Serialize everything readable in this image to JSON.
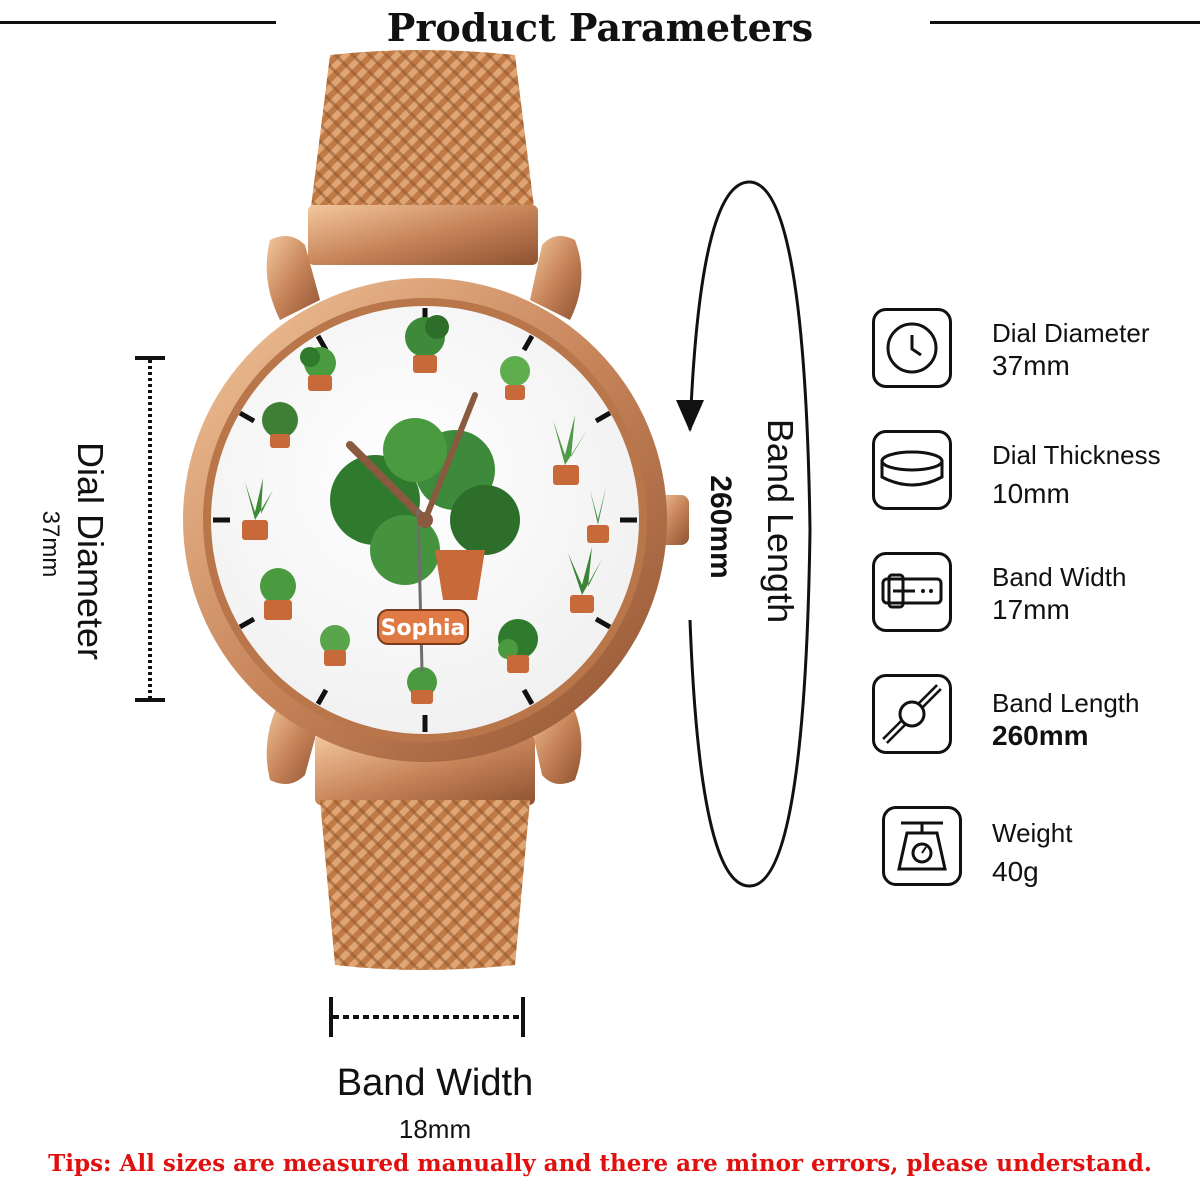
{
  "header": {
    "title": "Product Parameters"
  },
  "watch": {
    "name_on_dial": "Sophia"
  },
  "dial_dimension": {
    "label": "Dial Diameter",
    "value": "37mm"
  },
  "band_length_dimension": {
    "label": "Band Length",
    "value": "260mm"
  },
  "band_width_dimension": {
    "label": "Band Width",
    "value": "18mm"
  },
  "specs": [
    {
      "icon": "clock-icon",
      "label": "Dial Diameter",
      "value": "37mm"
    },
    {
      "icon": "dial-thickness-icon",
      "label": "Dial Thickness",
      "value": "10mm"
    },
    {
      "icon": "band-buckle-icon",
      "label": "Band Width",
      "value": "17mm"
    },
    {
      "icon": "band-length-icon",
      "label": "Band Length",
      "value": "260mm"
    },
    {
      "icon": "weight-scale-icon",
      "label": "Weight",
      "value": "40g"
    }
  ],
  "footer": {
    "tips": "Tips: All sizes are measured manually and there are minor errors, please understand."
  },
  "colors": {
    "rose_gold": "#c8855a",
    "accent_text": "#e01010",
    "leaf_green": "#3d8a3a",
    "pot_terracotta": "#c8693a"
  }
}
